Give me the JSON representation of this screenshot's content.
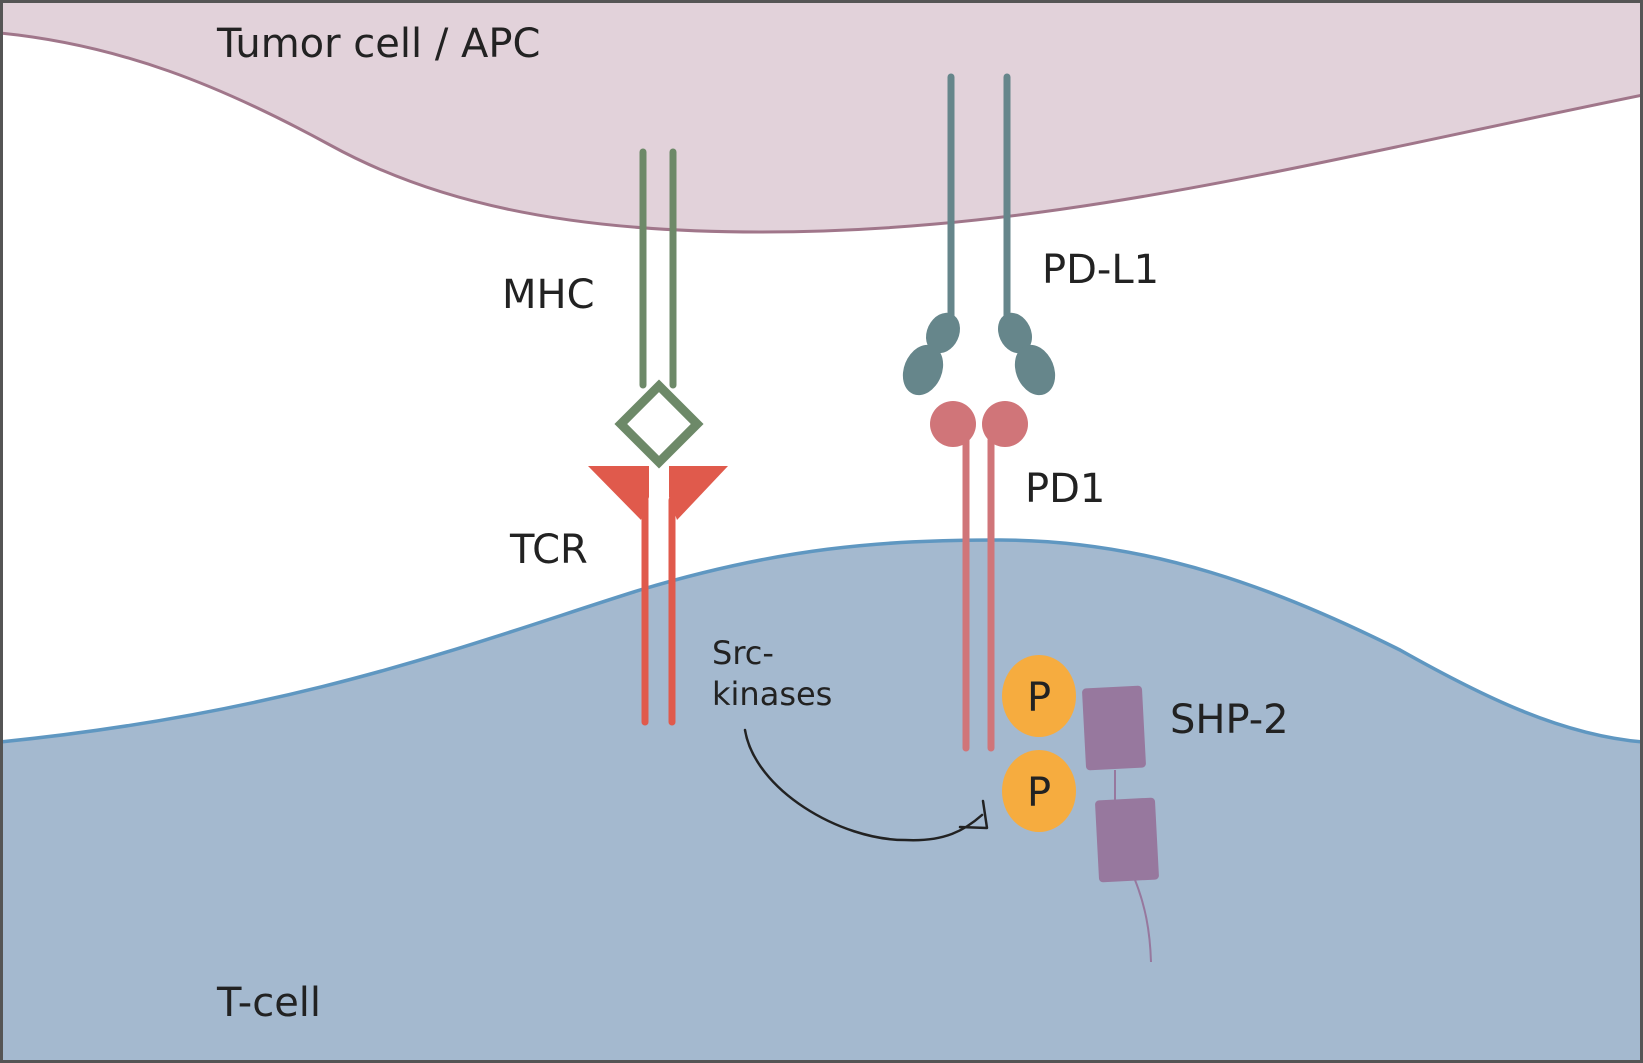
{
  "labels": {
    "tumor_cell": "Tumor cell / APC",
    "t_cell": "T-cell",
    "mhc": "MHC",
    "tcr": "TCR",
    "pd_l1": "PD-L1",
    "pd1": "PD1",
    "shp2": "SHP-2",
    "src_kinases_line1": "Src-",
    "src_kinases_line2": "kinases",
    "p_top": "P",
    "p_bottom": "P"
  },
  "colors": {
    "tumor_fill": "#e2d2da",
    "tumor_edge": "#a0768a",
    "tcell_fill": "#a4b9cf",
    "tcell_edge": "#5f97c1",
    "mhc": "#6d8968",
    "tcr": "#e05a4c",
    "pd_l1": "#66868b",
    "pd1": "#d07579",
    "phosphate": "#f6ac3f",
    "shp2": "#97789e",
    "arrow": "#222222",
    "frame": "#555555"
  }
}
